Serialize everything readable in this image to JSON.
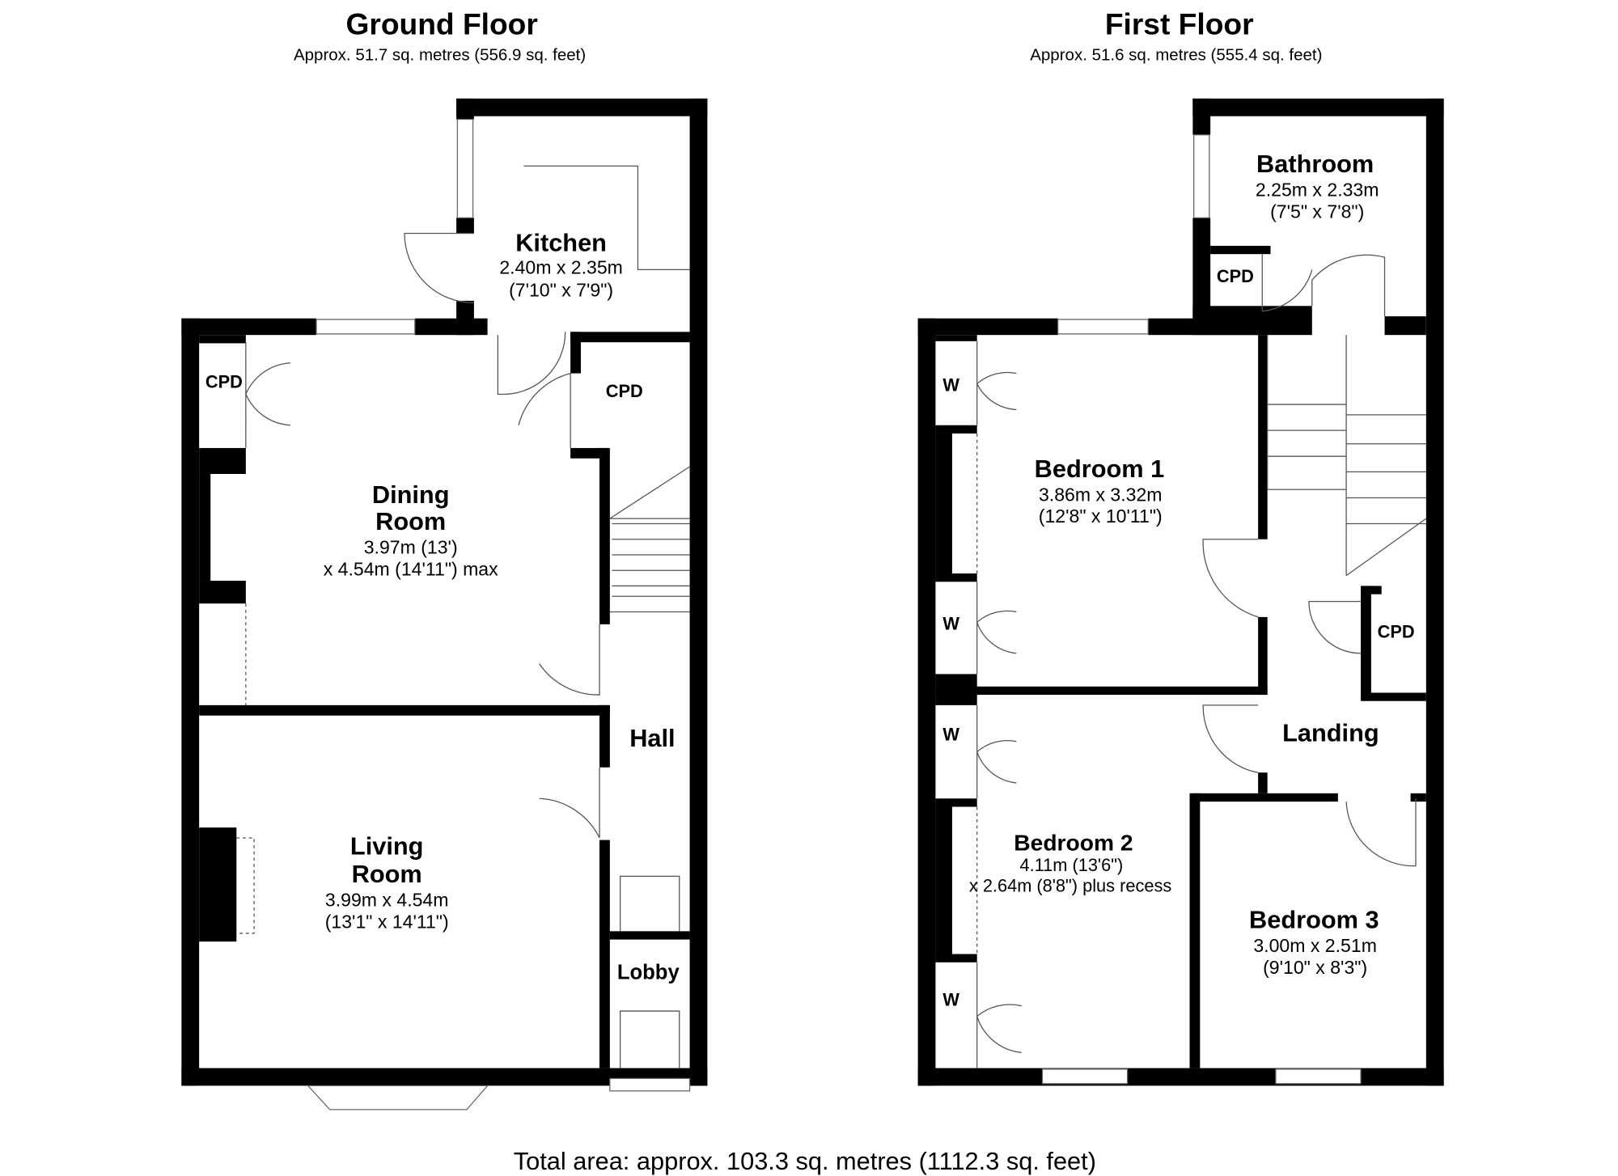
{
  "ground_floor": {
    "title": "Ground Floor",
    "area": "Approx. 51.7 sq. metres (556.9 sq. feet)",
    "rooms": {
      "kitchen": {
        "name": "Kitchen",
        "dim1": "2.40m x 2.35m",
        "dim2": "(7'10\" x 7'9\")"
      },
      "dining": {
        "name1": "Dining",
        "name2": "Room",
        "dim1": "3.97m (13')",
        "dim2": "x 4.54m (14'11\") max"
      },
      "living": {
        "name1": "Living",
        "name2": "Room",
        "dim1": "3.99m x 4.54m",
        "dim2": "(13'1\" x 14'11\")"
      },
      "hall": {
        "name": "Hall"
      },
      "lobby": {
        "name": "Lobby"
      },
      "cpd1": "CPD",
      "cpd2": "CPD"
    }
  },
  "first_floor": {
    "title": "First Floor",
    "area": "Approx. 51.6 sq. metres (555.4 sq. feet)",
    "rooms": {
      "bathroom": {
        "name": "Bathroom",
        "dim1": "2.25m x 2.33m",
        "dim2": "(7'5\" x 7'8\")"
      },
      "bedroom1": {
        "name": "Bedroom 1",
        "dim1": "3.86m x 3.32m",
        "dim2": "(12'8\" x 10'11\")"
      },
      "bedroom2": {
        "name": "Bedroom 2",
        "dim1": "4.11m (13'6\")",
        "dim2": "x 2.64m (8'8\") plus recess"
      },
      "bedroom3": {
        "name": "Bedroom 3",
        "dim1": "3.00m x 2.51m",
        "dim2": "(9'10\" x 8'3\")"
      },
      "landing": {
        "name": "Landing"
      },
      "cpd_bath": "CPD",
      "cpd_landing": "CPD",
      "wardrobe": "W"
    }
  },
  "total": "Total area: approx. 103.3 sq. metres (1112.3 sq. feet)"
}
